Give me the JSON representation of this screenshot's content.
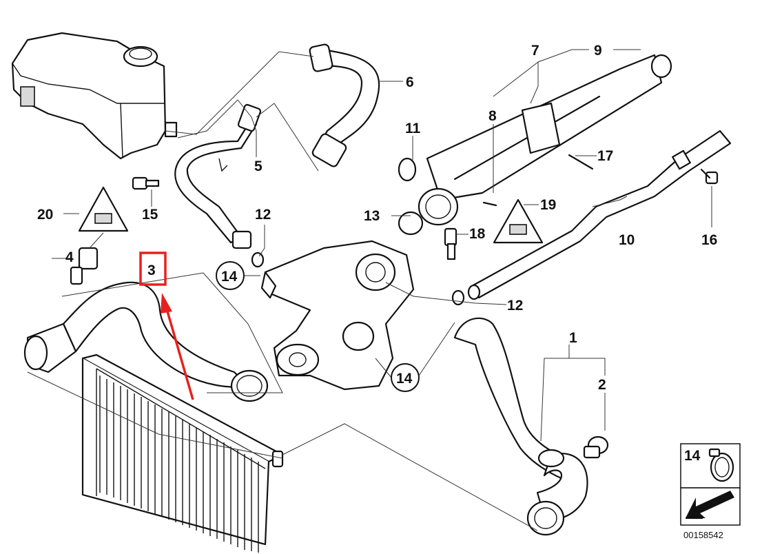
{
  "callouts": {
    "c1": "1",
    "c2": "2",
    "c3": "3",
    "c4": "4",
    "c5": "5",
    "c6": "6",
    "c7": "7",
    "c8": "8",
    "c9": "9",
    "c10": "10",
    "c11": "11",
    "c12a": "12",
    "c12b": "12",
    "c13": "13",
    "c14a": "14",
    "c14b": "14",
    "c15": "15",
    "c16": "16",
    "c17": "17",
    "c18": "18",
    "c19": "19",
    "c20": "20"
  },
  "legend_box": {
    "label": "14"
  },
  "catalog_number": "00158542",
  "highlight": {
    "part": "3",
    "color": "#e8201e"
  }
}
